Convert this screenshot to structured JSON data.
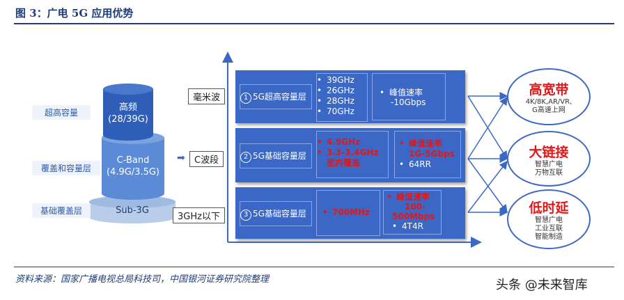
{
  "header": {
    "title": "图 3：广电 5G 应用优势"
  },
  "footer": {
    "source": "资料来源：国家广播电视总局科技司，中国银河证券研究院整理",
    "watermark": "头条 @未来智库"
  },
  "layers": [
    {
      "label": "超高容量"
    },
    {
      "label": "覆盖和容量层"
    },
    {
      "label": "基础覆盖层"
    }
  ],
  "cylinder": {
    "top": {
      "line1": "高频",
      "line2": "(28/39G)"
    },
    "mid": {
      "line1": "C-Band",
      "line2": "(4.9G/3.5G)"
    },
    "bottom": {
      "line1": "Sub-3G"
    }
  },
  "bands": [
    {
      "label": "毫米波"
    },
    {
      "label": "C波段"
    },
    {
      "label": "3GHz以下"
    }
  ],
  "rows": [
    {
      "num": "1",
      "name": "5G超高容量层",
      "freqs": [
        "39GHz",
        "26GHz",
        "28GHz",
        "70GHz"
      ],
      "rate": [
        "峰值速率",
        "-10Gbps"
      ]
    },
    {
      "num": "2",
      "name": "5G基础容量层",
      "freqs": [
        "4.9GHz",
        "3.3-3.4GHz",
        "室内覆盖"
      ],
      "rate": [
        "峰值速率",
        "1G-5Gbps"
      ],
      "rate_extra": "64RR"
    },
    {
      "num": "3",
      "name": "5G基础容量层",
      "freqs": [
        "700MHz"
      ],
      "rate": [
        "峰值速率",
        "100-",
        "500Mbps"
      ],
      "rate_extra": "4T4R"
    }
  ],
  "ovals": [
    {
      "title": "高宽带",
      "sub": [
        "4K/8K,AR/VR,",
        "G高速上网"
      ]
    },
    {
      "title": "大链接",
      "sub": [
        "智慧广电",
        "万物互联"
      ]
    },
    {
      "title": "低时延",
      "sub": [
        "智慧广电",
        "工业互联",
        "智能制造"
      ]
    }
  ],
  "colors": {
    "panel": "#3b68c7",
    "accent_red": "#e11818",
    "title_blue": "#1f3d7a"
  },
  "icons": {
    "arrow": "arrow-right-icon",
    "bullet": "bullet-icon"
  }
}
